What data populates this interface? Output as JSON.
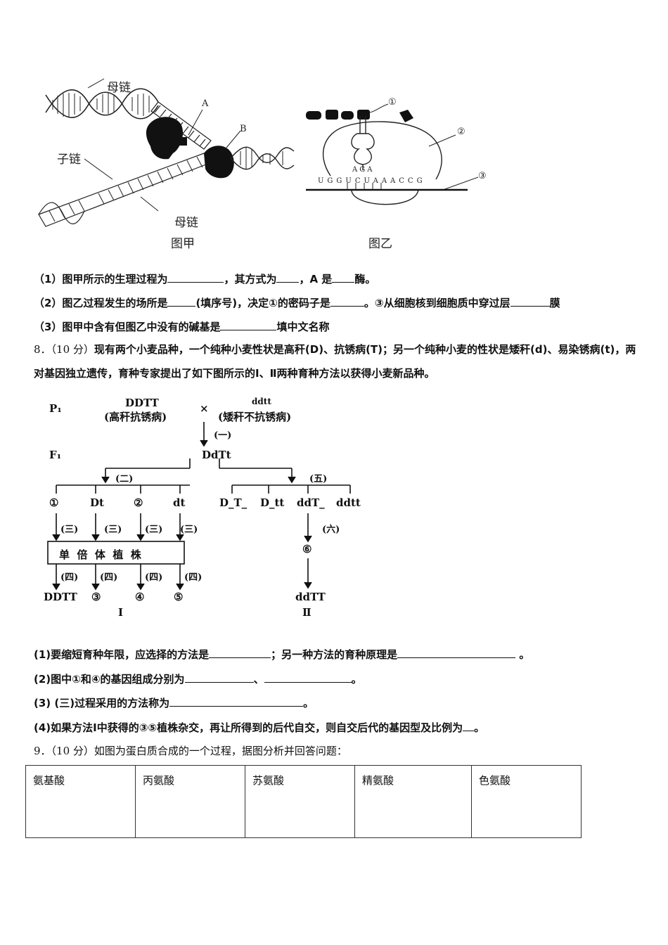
{
  "figure_jia": {
    "label_mother_top": "母链",
    "label_daughter": "子链",
    "label_mother_bottom": "母链",
    "label_A": "A",
    "label_B": "B",
    "caption": "图甲"
  },
  "figure_yi": {
    "marker_1": "①",
    "marker_2": "②",
    "marker_3": "③",
    "anticodon": "AGA",
    "mrna": "UGGUCUAAACCG",
    "caption": "图乙"
  },
  "q7": {
    "line1": [
      "（1）图甲所示的生理过程为",
      "，其方式为",
      "，A 是",
      "酶。"
    ],
    "line2": [
      "（2）图乙过程发生的场所是",
      "(填序号)，决定①的密码子是",
      "。③从细胞核到细胞质中穿过层",
      "膜"
    ],
    "line3": [
      "（3）图甲中含有但图乙中没有的碱基是",
      "填中文名称"
    ]
  },
  "q8": {
    "number": "8．（10 分）",
    "text": "现有两个小麦品种，一个纯种小麦性状是高秆(D)、抗锈病(T)；另一个纯种小麦的性状是矮秆(d)、易染锈病(t)，两对基因独立遗传，育种专家提出了如下图所示的Ⅰ、Ⅱ两种育种方法以获得小麦新品种。",
    "diagram": {
      "p1": "P₁",
      "parent1_genotype": "DDTT",
      "parent1_trait": "(高秆抗锈病)",
      "cross": "×",
      "parent2_genotype": "ddtt",
      "parent2_trait": "(矮秆不抗锈病)",
      "step1": "(一)",
      "f1": "F₁",
      "f1_genotype": "DdTt",
      "step2": "(二)",
      "step5": "(五)",
      "left_row": [
        "①",
        "Dt",
        "②",
        "dt"
      ],
      "step3": "(三)",
      "haploid_box": "单  倍  体  植  株",
      "step4": "(四)",
      "left_result": [
        "DDTT",
        "③",
        "④",
        "⑤"
      ],
      "method1": "Ⅰ",
      "right_row": [
        "D_T_",
        "D_tt",
        "ddT_",
        "ddtt"
      ],
      "step6": "(六)",
      "right_mid": "⑥",
      "right_result": "ddTT",
      "method2": "Ⅱ"
    },
    "sub1": [
      "(1)要缩短育种年限，应选择的方法是",
      "；另一种方法的育种原理是",
      " 。"
    ],
    "sub2": [
      "(2)图中①和④的基因组成分别为",
      "、",
      "。"
    ],
    "sub3": [
      "(3) (三)过程采用的方法称为",
      "。"
    ],
    "sub4": [
      "(4)如果方法Ⅰ中获得的③⑤植株杂交，再让所得到的后代自交，则自交后代的基因型及比例为",
      "。"
    ]
  },
  "q9": {
    "number": "9．（10 分）",
    "text": "如图为蛋白质合成的一个过程，据图分析并回答问题：",
    "table_headers": [
      "氨基酸",
      "丙氨酸",
      "苏氨酸",
      "精氨酸",
      "色氨酸"
    ]
  }
}
